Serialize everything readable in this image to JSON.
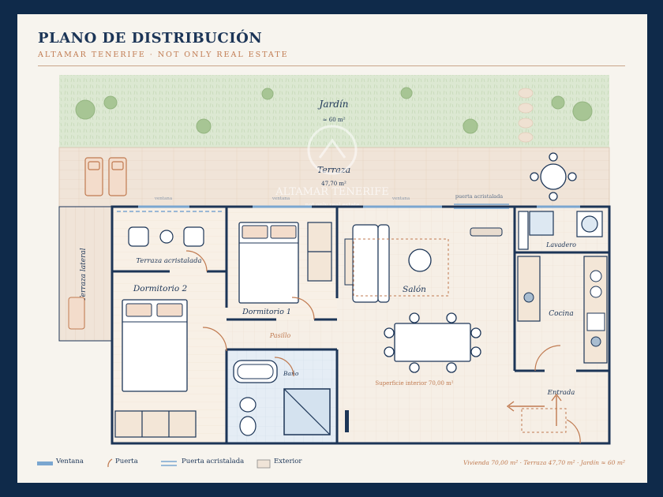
{
  "header": {
    "title": "PLANO DE DISTRIBUCIÓN",
    "subtitle": "ALTAMAR TENERIFE · NOT ONLY REAL ESTATE"
  },
  "watermark": {
    "brand": "ALTAMAR TENERIFE",
    "tagline": "not only real estate"
  },
  "rooms": {
    "jardin": {
      "label": "Jardín",
      "area": "≈ 60 m²"
    },
    "terraza": {
      "label": "Terraza",
      "area": "47,70 m²"
    },
    "terraza_lateral": {
      "label": "Terraza lateral"
    },
    "terraza_acristalada": {
      "label": "Terraza acristalada"
    },
    "dormitorio1": {
      "label": "Dormitorio 1"
    },
    "dormitorio2": {
      "label": "Dormitorio 2"
    },
    "pasillo": {
      "label": "Pasillo"
    },
    "bano": {
      "label": "Baño"
    },
    "salon": {
      "label": "Salón"
    },
    "lavadero": {
      "label": "Lavadero"
    },
    "cocina": {
      "label": "Cocina"
    },
    "entrada": {
      "label": "Entrada"
    },
    "superficie": {
      "label": "Superficie interior 70,00 m²"
    }
  },
  "wall_labels": {
    "ventana_1": "ventana",
    "ventana_2": "ventana",
    "ventana_3": "ventana",
    "puerta_acristalada": "puerta acristalada"
  },
  "legend": {
    "ventana": "Ventana",
    "puerta": "Puerta",
    "puerta_acristalada": "Puerta acristalada",
    "exterior": "Exterior"
  },
  "stats": "Vivienda 70,00 m² · Terraza 47,70 m² · Jardín ≈ 60 m²",
  "colors": {
    "navy": "#1c3557",
    "garden": "#dce8d2",
    "terrace": "#f0e4d8",
    "accent": "#c07a50",
    "window": "#7aa6d0"
  }
}
